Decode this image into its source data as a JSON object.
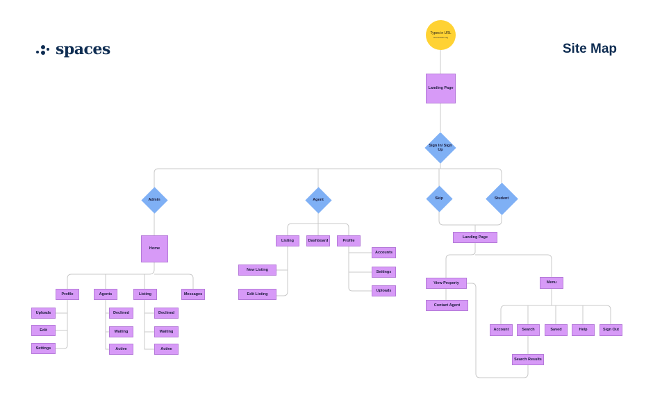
{
  "header": {
    "logo_text": "spaces",
    "title": "Site Map"
  },
  "nodes": {
    "start": {
      "line1": "Types in URL",
      "line2": "Houseshare.org"
    },
    "landing_top": "Landing Page",
    "signin": "Sign In/ Sign Up",
    "admin": "Admin",
    "agent": "Agent",
    "skip": "Skip",
    "student": "Student",
    "home": "Home",
    "admin_profile": "Profile",
    "admin_agents": "Agents",
    "admin_listing": "Listing",
    "admin_messages": "Messages",
    "uploads1": "Uploads",
    "edit1": "Edit",
    "settings1": "Settings",
    "declined1": "Declined",
    "waiting1": "Waiting",
    "active1": "Active",
    "declined2": "Declined",
    "waiting2": "Waiting",
    "active2": "Active",
    "agent_listing": "Listing",
    "agent_dashboard": "Dashboard",
    "agent_profile": "Profile",
    "new_listing": "New Listing",
    "edit_listing": "Edit Listing",
    "accounts": "Accounts",
    "settings2": "Settings",
    "uploads2": "Uploads",
    "landing_student": "Landing Page",
    "view_property": "View Property",
    "contact_agent": "Contact Agent",
    "menu": "Menu",
    "account": "Account",
    "search": "Search",
    "saved": "Saved",
    "help": "Help",
    "sign_out": "Sign Out",
    "search_results": "Search Results"
  },
  "colors": {
    "page_box": "#d79af7",
    "decision": "#7fb0f5",
    "start": "#ffd233",
    "brand": "#0f2d52",
    "connector": "#c8c8c8"
  }
}
